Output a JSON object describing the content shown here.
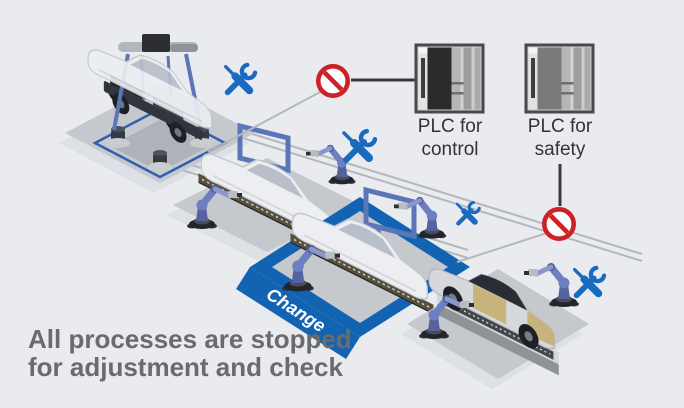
{
  "caption": {
    "line1": "All processes are stopped",
    "line2": "for adjustment and check"
  },
  "plc_control": {
    "line1": "PLC for",
    "line2": "control"
  },
  "plc_safety": {
    "line1": "PLC for",
    "line2": "safety"
  },
  "banner": {
    "label": "Change"
  },
  "icons": {
    "tools": "tools-icon (crossed wrench and screwdriver)",
    "no_entry": "no-entry-icon (red prohibition circle with slash)",
    "plc": "plc-module-icon"
  },
  "colors": {
    "background": "#e9ebee",
    "platform_gray": "#c5c8cc",
    "shadow_gray": "#dde0e4",
    "accent_blue": "#1264b2",
    "tools_blue": "#1a6abf",
    "prohibition_red": "#cd2127",
    "robot_blue": "#5d6fae",
    "caption_gray": "#6a6b6d",
    "label_dark": "#333333",
    "line_dark": "#3a3a3a",
    "rail_gray": "#b4b8bc"
  }
}
